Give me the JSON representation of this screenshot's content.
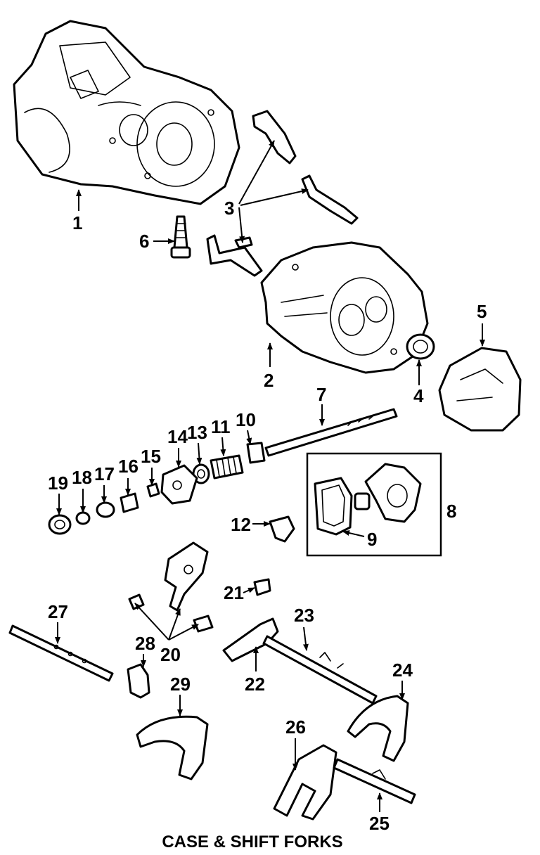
{
  "diagram": {
    "caption": "CASE & SHIFT FORKS",
    "callouts": [
      {
        "id": "c1",
        "label": "1"
      },
      {
        "id": "c2",
        "label": "2"
      },
      {
        "id": "c3",
        "label": "3"
      },
      {
        "id": "c4",
        "label": "4"
      },
      {
        "id": "c5",
        "label": "5"
      },
      {
        "id": "c6",
        "label": "6"
      },
      {
        "id": "c7",
        "label": "7"
      },
      {
        "id": "c8",
        "label": "8"
      },
      {
        "id": "c9",
        "label": "9"
      },
      {
        "id": "c10",
        "label": "10"
      },
      {
        "id": "c11",
        "label": "11"
      },
      {
        "id": "c12",
        "label": "12"
      },
      {
        "id": "c13",
        "label": "13"
      },
      {
        "id": "c14",
        "label": "14"
      },
      {
        "id": "c15",
        "label": "15"
      },
      {
        "id": "c16",
        "label": "16"
      },
      {
        "id": "c17",
        "label": "17"
      },
      {
        "id": "c18",
        "label": "18"
      },
      {
        "id": "c19",
        "label": "19"
      },
      {
        "id": "c20",
        "label": "20"
      },
      {
        "id": "c21",
        "label": "21"
      },
      {
        "id": "c22",
        "label": "22"
      },
      {
        "id": "c23",
        "label": "23"
      },
      {
        "id": "c24",
        "label": "24"
      },
      {
        "id": "c25",
        "label": "25"
      },
      {
        "id": "c26",
        "label": "26"
      },
      {
        "id": "c27",
        "label": "27"
      },
      {
        "id": "c28",
        "label": "28"
      },
      {
        "id": "c29",
        "label": "29"
      }
    ]
  }
}
